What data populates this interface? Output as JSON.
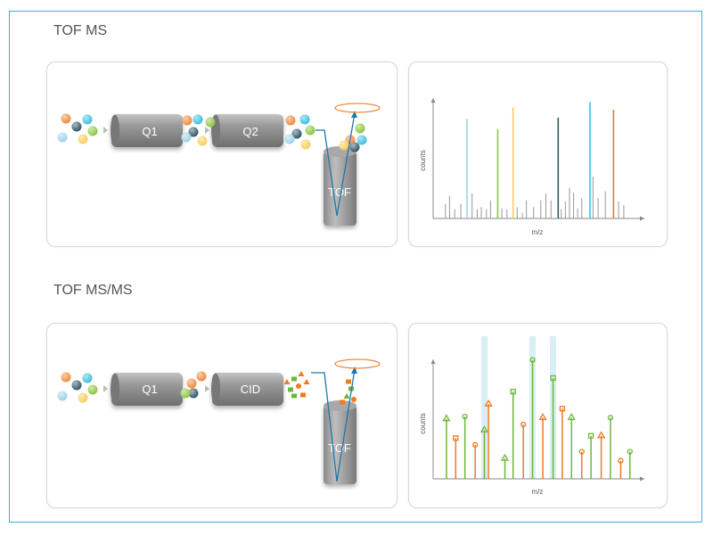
{
  "sections": [
    {
      "title": "TOF MS",
      "stages": [
        "Q1",
        "Q2"
      ],
      "analyzer": "TOF",
      "spectrum": {
        "ylabel": "counts",
        "xlabel": "m/z"
      }
    },
    {
      "title": "TOF MS/MS",
      "stages": [
        "Q1",
        "CID"
      ],
      "analyzer": "TOF",
      "spectrum": {
        "ylabel": "counts",
        "xlabel": "m/z"
      }
    }
  ],
  "colors": {
    "frame": "#3aaed8",
    "ion_orange": "#f08a3c",
    "ion_dark": "#2f5566",
    "ion_cyan": "#3cc0e0",
    "ion_green": "#8cc63f",
    "ion_lightblue": "#9fd3e6",
    "ion_yellow": "#f7cf5a",
    "fragment_green": "#6cb83a",
    "fragment_orange": "#f07a22",
    "highlight": "#cfeaf3"
  },
  "chart_data": [
    {
      "type": "bar",
      "xlabel": "m/z",
      "ylabel": "counts",
      "note_scale": "relative",
      "series": [
        {
          "color": "#999999",
          "x": [
            6,
            8,
            10.5,
            13.5,
            19,
            21.5,
            23.5,
            26,
            28,
            33.5,
            36,
            41,
            43.5,
            45.5,
            49,
            52.5,
            55,
            57.5,
            62.5,
            64.5,
            66.5,
            68.5,
            70.5,
            72.5,
            78,
            80.5,
            84,
            90.5,
            93
          ],
          "y": [
            13,
            20,
            8,
            13,
            22,
            8,
            10,
            8,
            16,
            9,
            8,
            10,
            5,
            16,
            10,
            16,
            22,
            16,
            8,
            15,
            27,
            23,
            9,
            18,
            37,
            18,
            24,
            15,
            12
          ]
        },
        {
          "color": "#9fd3e6",
          "x": [
            16.5
          ],
          "y": [
            88
          ]
        },
        {
          "color": "#8cc63f",
          "x": [
            31.5
          ],
          "y": [
            79
          ]
        },
        {
          "color": "#f7cf5a",
          "x": [
            39
          ],
          "y": [
            98
          ]
        },
        {
          "color": "#2f5566",
          "x": [
            61
          ],
          "y": [
            89
          ]
        },
        {
          "color": "#3cc0e0",
          "x": [
            76.5
          ],
          "y": [
            103
          ]
        },
        {
          "color": "#f07a22",
          "x": [
            88
          ],
          "y": [
            96
          ]
        }
      ]
    },
    {
      "type": "bar",
      "xlabel": "m/z",
      "ylabel": "counts",
      "highlighted_x": [
        25,
        48.5,
        58.5
      ],
      "peaks": [
        {
          "x": 6.5,
          "y": 53,
          "color": "green",
          "marker": "triangle"
        },
        {
          "x": 11,
          "y": 36,
          "color": "orange",
          "marker": "square"
        },
        {
          "x": 15.5,
          "y": 55,
          "color": "green",
          "marker": "circle"
        },
        {
          "x": 20.5,
          "y": 30,
          "color": "orange",
          "marker": "circle"
        },
        {
          "x": 25,
          "y": 43,
          "color": "green",
          "marker": "triangle"
        },
        {
          "x": 27,
          "y": 66,
          "color": "orange",
          "marker": "triangle"
        },
        {
          "x": 35,
          "y": 18,
          "color": "green",
          "marker": "triangle"
        },
        {
          "x": 39,
          "y": 77,
          "color": "green",
          "marker": "square"
        },
        {
          "x": 44,
          "y": 48,
          "color": "orange",
          "marker": "circle"
        },
        {
          "x": 48.5,
          "y": 105,
          "color": "green",
          "marker": "circle"
        },
        {
          "x": 53.5,
          "y": 54,
          "color": "orange",
          "marker": "triangle"
        },
        {
          "x": 58.5,
          "y": 89,
          "color": "green",
          "marker": "square"
        },
        {
          "x": 63,
          "y": 62,
          "color": "orange",
          "marker": "square"
        },
        {
          "x": 67.5,
          "y": 54,
          "color": "green",
          "marker": "triangle"
        },
        {
          "x": 72.5,
          "y": 24,
          "color": "orange",
          "marker": "circle"
        },
        {
          "x": 77,
          "y": 38,
          "color": "green",
          "marker": "square"
        },
        {
          "x": 82,
          "y": 38,
          "color": "orange",
          "marker": "triangle"
        },
        {
          "x": 86.5,
          "y": 54,
          "color": "green",
          "marker": "circle"
        },
        {
          "x": 91.5,
          "y": 16,
          "color": "orange",
          "marker": "circle"
        },
        {
          "x": 96,
          "y": 24,
          "color": "green",
          "marker": "circle"
        }
      ]
    }
  ]
}
